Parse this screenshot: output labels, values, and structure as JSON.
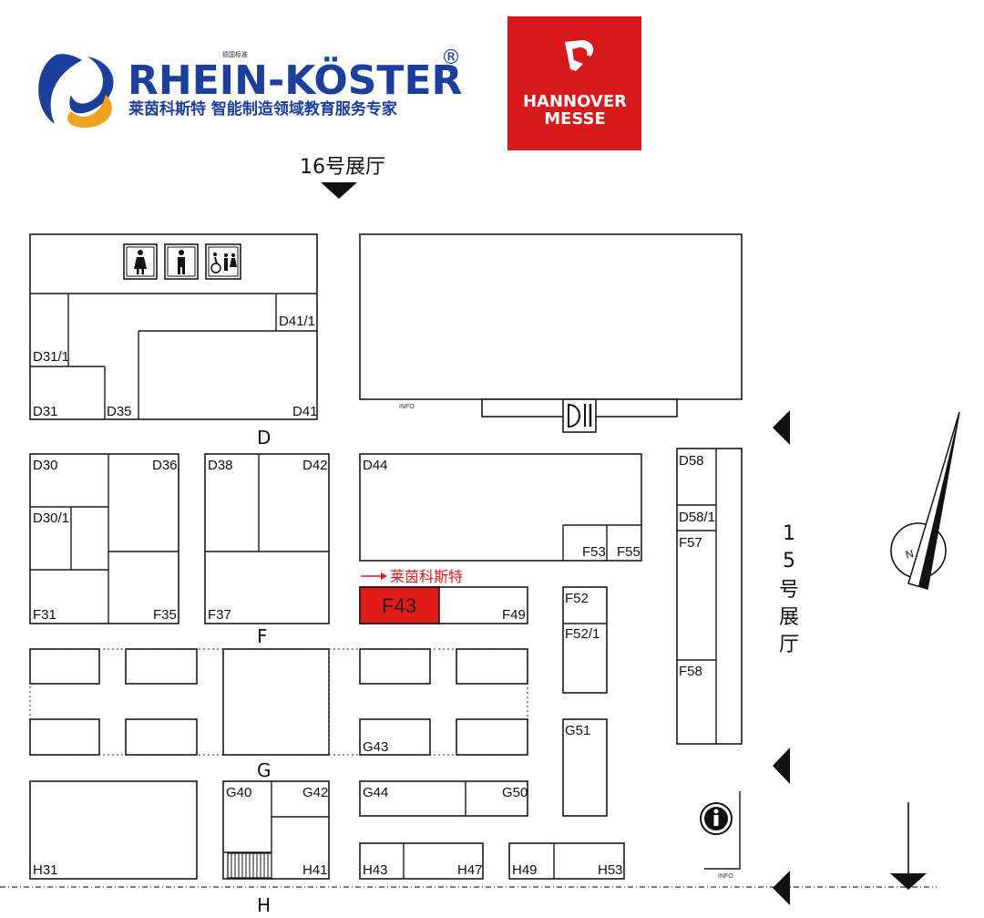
{
  "branding": {
    "company_name": "RHEIN-KÖSTER",
    "company_tagline": "莱茵科斯特 智能制造领域教育服务专家",
    "company_small_mark": "德国标准",
    "registered_mark": "®",
    "fair_line1": "HANNOVER",
    "fair_line2": "MESSE",
    "colors": {
      "brand_blue": "#1b3f9a",
      "brand_orange": "#f0a21c",
      "messe_red": "#d7191c",
      "highlight_red": "#e01b1b"
    }
  },
  "halls": {
    "top": "16号展厅",
    "right_chars": [
      "1",
      "5",
      "号",
      "展",
      "厅"
    ]
  },
  "aisles": {
    "d": "D",
    "f": "F",
    "g": "G",
    "h": "H"
  },
  "highlight": {
    "label": "莱茵科斯特",
    "stand": "F43"
  },
  "stands": {
    "d41_1": "D41/1",
    "d31_1": "D31/1",
    "d31": "D31",
    "d35": "D35",
    "d41": "D41",
    "d30": "D30",
    "d36": "D36",
    "d30_1": "D30/1",
    "f31": "F31",
    "f35": "F35",
    "d38": "D38",
    "d42": "D42",
    "f37": "F37",
    "d44": "D44",
    "f53": "F53",
    "f55": "F55",
    "f49": "F49",
    "f52": "F52",
    "f52_1": "F52/1",
    "d58": "D58",
    "d58_1": "D58/1",
    "f57": "F57",
    "f58": "F58",
    "g43": "G43",
    "g51": "G51",
    "g40": "G40",
    "g42": "G42",
    "h41": "H41",
    "h31": "H31",
    "g44": "G44",
    "g50": "G50",
    "h43": "H43",
    "h47": "H47",
    "h49": "H49",
    "h53": "H53"
  },
  "info_labels": {
    "top": "INFO",
    "bottom": "INFO"
  },
  "icons": {
    "restroom_women": "woman-restroom-icon",
    "restroom_men": "man-restroom-icon",
    "restroom_accessible": "accessible-restroom-icon",
    "restaurant": "restaurant-icon",
    "information": "information-icon",
    "entrance_arrow": "triangle-arrow-icon",
    "compass": "north-compass-icon",
    "compass_letter": "N"
  }
}
